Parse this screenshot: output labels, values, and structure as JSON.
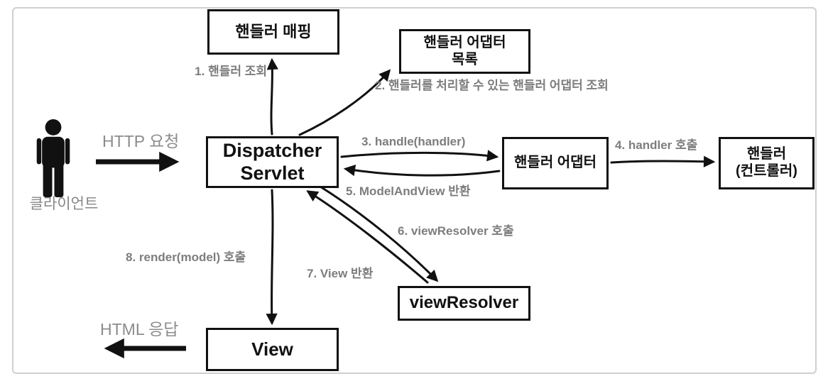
{
  "colors": {
    "box_border": "#111111",
    "box_text": "#111111",
    "step_label_gray": "#7d7d7d",
    "side_label_gray": "#8c8c8c",
    "frame_border": "#cfcfcf",
    "arrow_black": "#111111",
    "background": "#ffffff"
  },
  "client": {
    "label": "클라이언트",
    "request_label": "HTTP 요청",
    "response_label": "HTML 응답"
  },
  "boxes": {
    "handler_mapping": {
      "label": "핸들러 매핑"
    },
    "handler_adapter_list": {
      "line1": "핸들러 어댑터",
      "line2": "목록"
    },
    "dispatcher_servlet": {
      "line1": "Dispatcher",
      "line2": "Servlet"
    },
    "handler_adapter": {
      "label": "핸들러 어댑터"
    },
    "handler_controller": {
      "line1": "핸들러",
      "line2": "(컨트롤러)"
    },
    "view_resolver": {
      "label": "viewResolver"
    },
    "view": {
      "label": "View"
    }
  },
  "steps": {
    "s1": "1. 핸들러 조회",
    "s2": "2. 핸들러를 처리할 수 있는 핸들러 어댑터 조회",
    "s3": "3. handle(handler)",
    "s4": "4. handler 호출",
    "s5": "5. ModelAndView 반환",
    "s6": "6. viewResolver 호출",
    "s7": "7. View 반환",
    "s8": "8. render(model) 호출"
  }
}
